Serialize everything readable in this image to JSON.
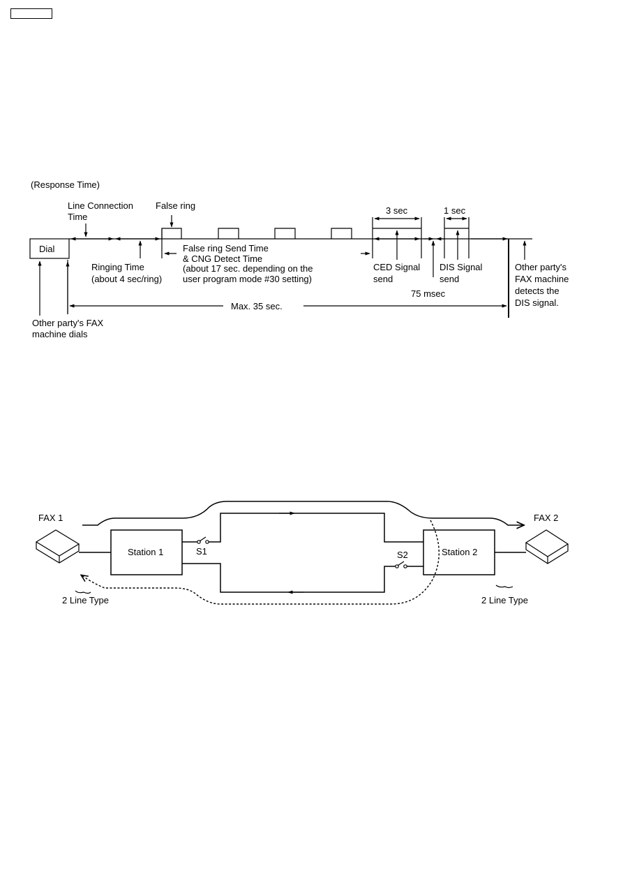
{
  "document": {
    "page_label": ""
  },
  "timing_diagram": {
    "title": "(Response Time)",
    "dial_box": "Dial",
    "line_connection": [
      "Line Connection",
      "Time"
    ],
    "false_ring": "False ring",
    "false_ring_send": [
      "False ring Send Time",
      "& CNG Detect Time",
      "(about 17 sec. depending on the",
      "user program mode #30 setting)"
    ],
    "ringing_time": [
      "Ringing Time",
      "(about 4 sec/ring)"
    ],
    "ced_duration": "3 sec",
    "ced_signal": [
      "CED Signal",
      "send"
    ],
    "gap_duration": "75 msec",
    "dis_duration": "1 sec",
    "dis_signal": [
      "DIS Signal",
      "send"
    ],
    "other_party_detects": [
      "Other party's",
      "FAX machine",
      "detects the",
      "DIS signal."
    ],
    "max_time": "Max. 35 sec.",
    "other_party_dials": [
      "Other party's FAX",
      "machine dials"
    ]
  },
  "line_diagram": {
    "fax1": "FAX 1",
    "fax2": "FAX 2",
    "station1": "Station 1",
    "station2": "Station 2",
    "switch1": "S1",
    "switch2": "S2",
    "line_type_left": "2 Line Type",
    "line_type_right": "2 Line Type"
  }
}
